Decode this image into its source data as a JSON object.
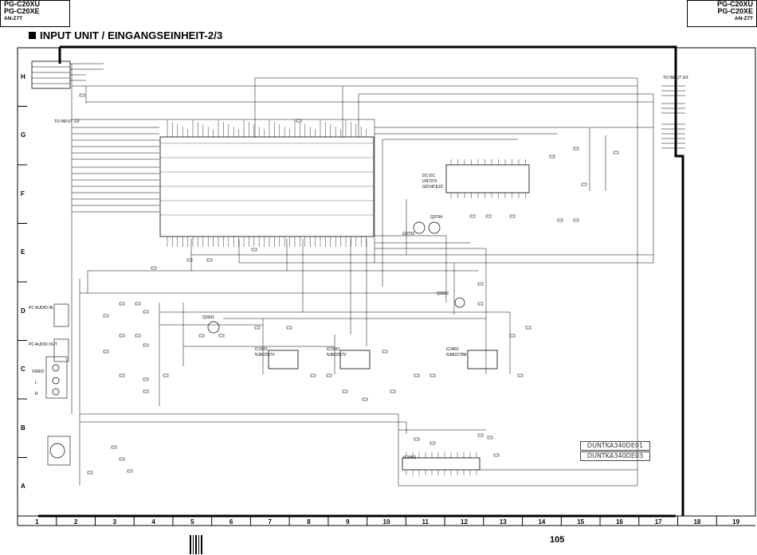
{
  "header": {
    "left_model_1": "PG-C20XU",
    "left_model_2": "PG-C20XE",
    "left_sub": "AN-Z7T",
    "right_model_1": "PG-C20XU",
    "right_model_2": "PG-C20XE",
    "right_sub": "AN-Z7T",
    "title": "INPUT UNIT / EINGANGSEINHEIT-2/3"
  },
  "grid": {
    "rows": [
      "H",
      "G",
      "F",
      "E",
      "D",
      "C",
      "B",
      "A"
    ],
    "columns": [
      "1",
      "2",
      "3",
      "4",
      "5",
      "6",
      "7",
      "8",
      "9",
      "10",
      "11",
      "12",
      "13",
      "14",
      "15",
      "16",
      "17",
      "18",
      "19"
    ]
  },
  "diagram": {
    "to_input_13": "TO INPUT 1/3",
    "to_input_33": "TO INPUT 3/3",
    "dcdc_label": "DC-DC",
    "dcdc_part": "UN7370",
    "dcdc_ref": "GD14CEZZ",
    "ic3301": "IC3301",
    "ic3302": "IC3302",
    "ic3401": "IC3401",
    "ic3402": "IC3402",
    "ic3302_part": "NJM2267V",
    "ic3301_part": "NJM2267V",
    "ic3401_part": "NJM2279M",
    "pc_audio_in": "PC AUDIO IN",
    "pc_audio_out": "PC AUDIO OUT",
    "video": "VIDEO",
    "l": "L",
    "r": "R",
    "q3301": "Q3301",
    "q3302": "Q3302",
    "q3703": "Q3703",
    "q3704": "Q3704"
  },
  "codes": {
    "code1": "DUNTKA340DE01",
    "code2": "DUNTKA340DE03"
  },
  "footer": {
    "page": "105"
  }
}
